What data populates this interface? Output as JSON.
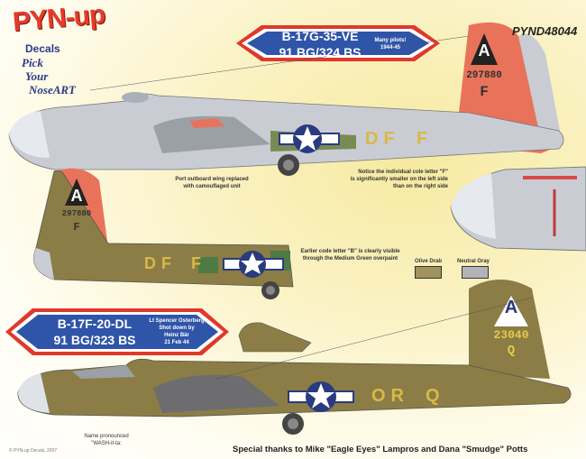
{
  "logo": {
    "title": "PYN-up",
    "subtitle": "Decals",
    "tagline": [
      "Pick",
      "Your",
      "NoseART"
    ]
  },
  "sheet_code": "PYND48044",
  "aircraft": [
    {
      "type": "B-17G-35-VE",
      "unit": "91 BG/324 BS",
      "side_note": [
        "Many pilots!",
        "1944-45"
      ],
      "tail_letter": "A",
      "serial": "297880",
      "tail_code": "F",
      "code_letters": "DF",
      "individual_letter": "F"
    },
    {
      "type": "B-17F-20-DL",
      "unit": "91 BG/323 BS",
      "side_note": [
        "Lt Spencer Osterberg",
        "Shot down by",
        "Heinz Bär",
        "21 Feb 44"
      ],
      "tail_letter": "A",
      "serial": "23040",
      "tail_code": "Q",
      "code_letters": "OR",
      "individual_letter": "Q"
    }
  ],
  "notes": {
    "wing": [
      "Port outboard wing replaced",
      "with camouflaged unit"
    ],
    "letter_f": [
      "Notice the individual cole letter \"F\"",
      "is significantly smaller on the left side",
      "than on the right side"
    ],
    "letter_b": [
      "Earlier code letter \"B\" is clearly visible",
      "through the Medium Green overpaint"
    ],
    "name": [
      "Name pronounced",
      "\"WASH-it-ta:"
    ]
  },
  "swatches": [
    {
      "label": "Olive Drab",
      "color": "#a0935c"
    },
    {
      "label": "Neutral Gray",
      "color": "#b4b4b8"
    }
  ],
  "thanks": "Special thanks to Mike \"Eagle Eyes\" Lampros and Dana \"Smudge\" Potts",
  "copyright": "© PYN-up Decals, 2007",
  "colors": {
    "olive": "#8b7d45",
    "silver": "#c9cdd3",
    "red": "#e8573c",
    "blue": "#2f55a8",
    "insignia": "#2a3a80"
  }
}
